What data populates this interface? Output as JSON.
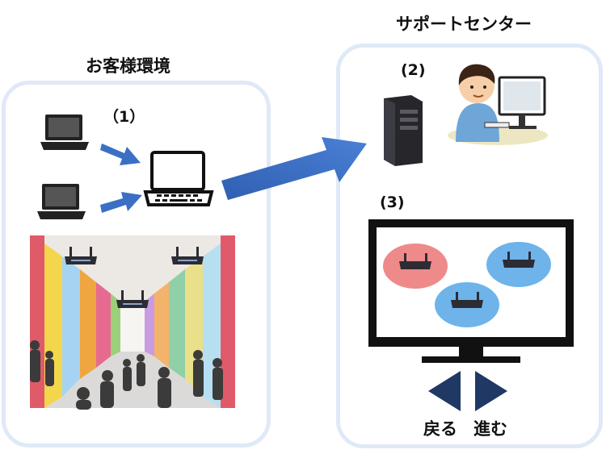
{
  "customer": {
    "title": "お客様環境",
    "step_label": "（1）"
  },
  "support": {
    "title": "サポートセンター",
    "step2_label": "(2)",
    "step3_label": "(3)"
  },
  "navigation": {
    "back_label": "戻る",
    "forward_label": "進む"
  },
  "colors": {
    "panel_border": "#dfe9f7",
    "arrow_blue": "#3a6fc4",
    "router_red_halo": "#ee8a8a",
    "router_blue_halo": "#6eb4ea",
    "nav_arrow": "#1f3864"
  }
}
